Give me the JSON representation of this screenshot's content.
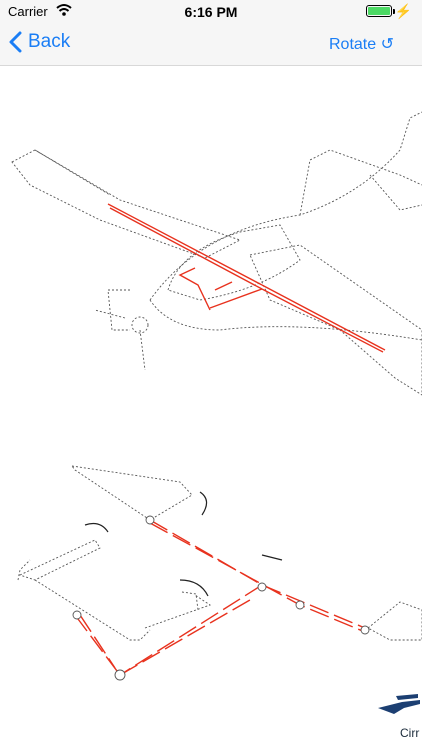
{
  "status_bar": {
    "carrier": "Carrier",
    "time": "6:16 PM",
    "battery_level": 1.0,
    "icons": [
      "wifi-icon",
      "battery-icon",
      "charging-bolt-icon"
    ]
  },
  "nav": {
    "back_label": "Back",
    "rotate_label": "Rotate",
    "rotate_icon": "↺",
    "accent_color": "#1b7ef5"
  },
  "diagram": {
    "line_color": "#e8321e",
    "logo_brand": "Cirr"
  }
}
